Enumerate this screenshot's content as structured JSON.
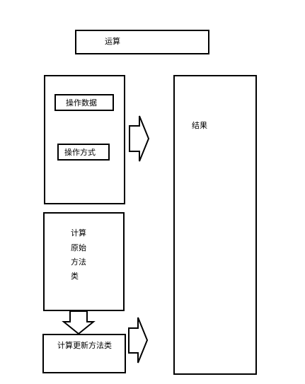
{
  "title_box": {
    "label": "运算"
  },
  "input_group": {
    "data_box": {
      "label": "操作数据"
    },
    "method_box": {
      "label": "操作方式"
    }
  },
  "original_method_box": {
    "lines": [
      "计算",
      "原始",
      "方法",
      "类"
    ]
  },
  "updated_method_box": {
    "label": "计算更新方法类"
  },
  "result_box": {
    "label": "结果"
  }
}
